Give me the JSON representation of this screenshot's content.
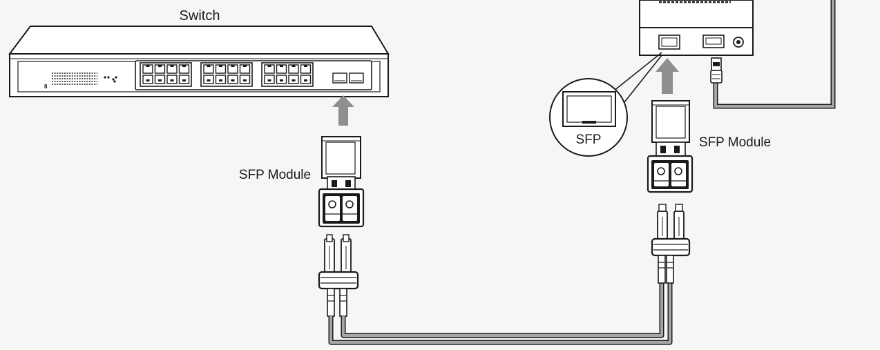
{
  "labels": {
    "switch": "Switch",
    "sfp_module_left": "SFP Module",
    "sfp_module_right": "SFP Module",
    "sfp_callout": "SFP"
  },
  "colors": {
    "background": "#f6f6f6",
    "line": "#1a1a1a",
    "arrow": "#8f8f8f",
    "cable": "#a6a6a6",
    "device_fill": "#ffffff"
  }
}
